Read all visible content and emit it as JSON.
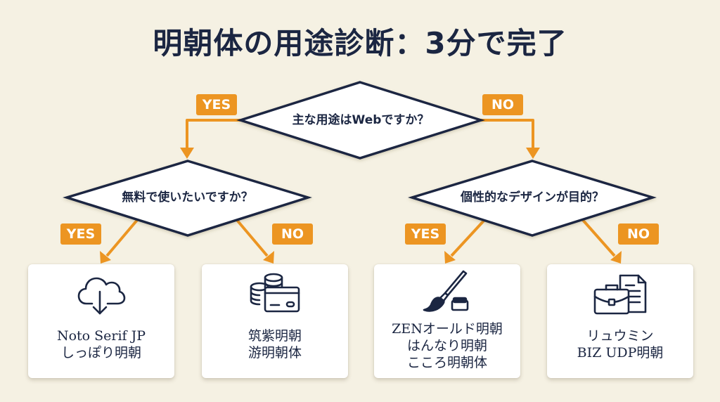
{
  "title": "明朝体の用途診断：3分で完了",
  "colors": {
    "accent": "#ec9522",
    "ink": "#1b2642",
    "background": "#f5f1e3",
    "card": "#ffffff"
  },
  "questions": {
    "root": "主な用途はWebですか？",
    "left": "無料で使いたいですか？",
    "right": "個性的なデザインが目的？"
  },
  "branches": {
    "root_yes": "YES",
    "root_no": "NO",
    "left_yes": "YES",
    "left_no": "NO",
    "right_yes": "YES",
    "right_no": "NO"
  },
  "results": [
    {
      "icon": "cloud-download-icon",
      "fonts": [
        "Noto Serif JP",
        "しっぽり明朝"
      ]
    },
    {
      "icon": "coins-card-icon",
      "fonts": [
        "筑紫明朝",
        "游明朝体"
      ]
    },
    {
      "icon": "brush-stamp-icon",
      "fonts": [
        "ZENオールド明朝",
        "はんなり明朝",
        "こころ明朝体"
      ]
    },
    {
      "icon": "briefcase-document-icon",
      "fonts": [
        "リュウミン",
        "BIZ UDP明朝"
      ]
    }
  ]
}
